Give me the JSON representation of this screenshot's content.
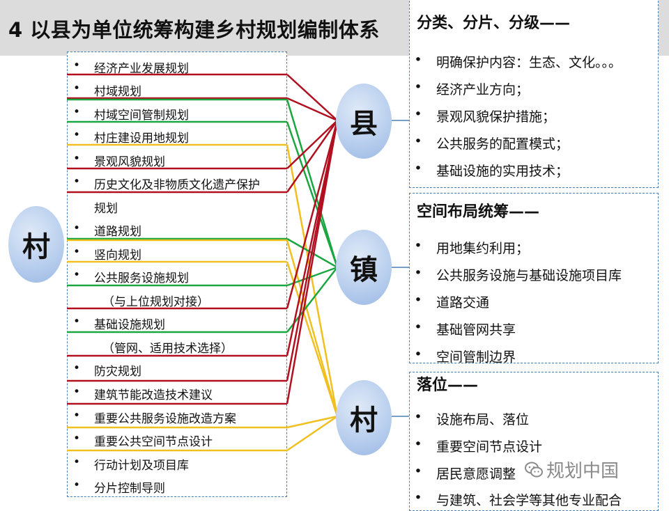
{
  "title": "4  以县为单位统筹构建乡村规划编制体系",
  "village_plans": [
    {
      "text": "经济产业发展规划",
      "bullet": true
    },
    {
      "text": "村域规划",
      "bullet": true
    },
    {
      "text": "村域空间管制规划",
      "bullet": true
    },
    {
      "text": "村庄建设用地规划",
      "bullet": true
    },
    {
      "text": "景观风貌规划",
      "bullet": true
    },
    {
      "text": "历史文化及非物质文化遗产保护",
      "bullet": true
    },
    {
      "text": "规划",
      "bullet": false
    },
    {
      "text": "道路规划",
      "bullet": true
    },
    {
      "text": "竖向规划",
      "bullet": true
    },
    {
      "text": "公共服务设施规划",
      "bullet": true
    },
    {
      "text": "（与上位规划对接）",
      "bullet": false
    },
    {
      "text": "基础设施规划",
      "bullet": true
    },
    {
      "text": "（管网、适用技术选择）",
      "bullet": false
    },
    {
      "text": "防灾规划",
      "bullet": true
    },
    {
      "text": "建筑节能改造技术建议",
      "bullet": true
    },
    {
      "text": "重要公共服务设施改造方案",
      "bullet": true
    },
    {
      "text": "重要公共空间节点设计",
      "bullet": true
    },
    {
      "text": "行动计划及项目库",
      "bullet": true
    },
    {
      "text": "分片控制导则",
      "bullet": true
    }
  ],
  "bullet_char": "•",
  "nodes": {
    "village_left": "村",
    "county": "县",
    "town": "镇",
    "village": "村"
  },
  "county_box": {
    "heading": "分类、分片、分级——",
    "items": [
      "明确保护内容：生态、文化。。。",
      "经济产业方向；",
      "景观风貌保护措施；",
      "公共服务的配置模式；",
      "基础设施的实用技术；"
    ]
  },
  "town_box": {
    "heading": "空间布局统筹——",
    "items": [
      "用地集约利用；",
      "公共服务设施与基础设施项目库",
      "道路交通",
      "基础管网共享",
      "空间管制边界"
    ]
  },
  "village_box": {
    "heading": "落位——",
    "items": [
      "设施布局、落位",
      "重要空间节点设计",
      "居民意愿调整",
      "与建筑、社会学等其他专业配合"
    ]
  },
  "watermark": "规划中国",
  "colors": {
    "county_link": "#b01020",
    "town_link": "#1aa640",
    "village_link": "#f0c020",
    "box_border": "#4a7fb5",
    "circle_fill": "#b9cfee",
    "title_bar": "#dcdcdc"
  }
}
